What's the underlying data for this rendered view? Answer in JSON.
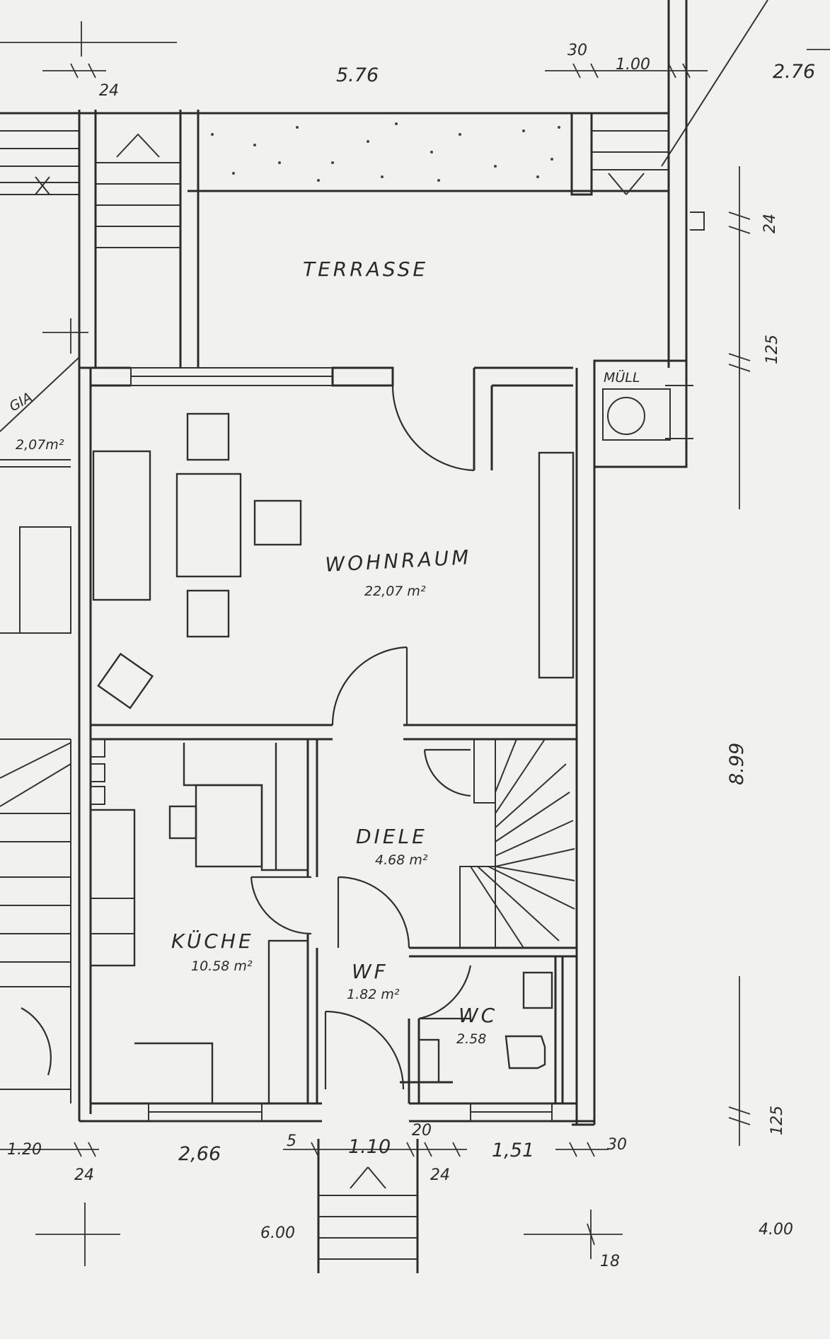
{
  "rooms": {
    "terrasse": {
      "name": "TERRASSE"
    },
    "wohnraum": {
      "name": "WOHNRAUM",
      "area": "22,07 m²"
    },
    "diele": {
      "name": "DIELE",
      "area": "4.68 m²"
    },
    "kueche": {
      "name": "KÜCHE",
      "area": "10.58 m²"
    },
    "wf": {
      "name": "WF",
      "area": "1.82 m²"
    },
    "wc": {
      "name": "WC",
      "area": "2.58"
    },
    "muell": {
      "name": "MÜLL"
    },
    "loggia": {
      "name": "GIA",
      "area": "2,07m²"
    }
  },
  "dimensions": {
    "top": [
      "24",
      "5.76",
      "30",
      "1.00",
      "2.76"
    ],
    "right": [
      "24",
      "125",
      "8.99",
      "125",
      "4.00"
    ],
    "bottom": [
      "1.20",
      "24",
      "2,66",
      "5",
      "1.10",
      "20",
      "24",
      "1,51",
      "30",
      "6.00",
      "18"
    ]
  }
}
